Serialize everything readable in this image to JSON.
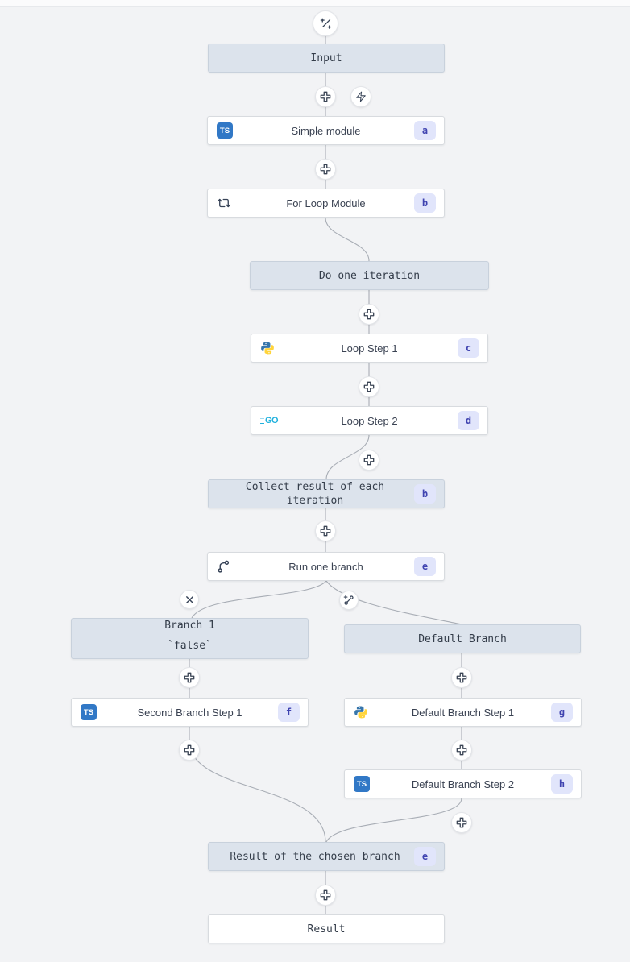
{
  "nodes": {
    "input": {
      "label": "Input"
    },
    "simple_module": {
      "label": "Simple module",
      "badge": "a",
      "language": "typescript"
    },
    "for_loop_module": {
      "label": "For Loop Module",
      "badge": "b"
    },
    "do_one_iteration": {
      "label": "Do one iteration"
    },
    "loop_step_1": {
      "label": "Loop Step 1",
      "badge": "c",
      "language": "python"
    },
    "loop_step_2": {
      "label": "Loop Step 2",
      "badge": "d",
      "language": "go"
    },
    "collect_result": {
      "label": "Collect result of each iteration",
      "badge": "b"
    },
    "run_one_branch": {
      "label": "Run one branch",
      "badge": "e"
    },
    "branch_1": {
      "label": "Branch 1",
      "sublabel": "`false`"
    },
    "default_branch": {
      "label": "Default Branch"
    },
    "second_branch_step_1": {
      "label": "Second Branch Step 1",
      "badge": "f",
      "language": "typescript"
    },
    "default_branch_step_1": {
      "label": "Default Branch Step 1",
      "badge": "g",
      "language": "python"
    },
    "default_branch_step_2": {
      "label": "Default Branch Step 2",
      "badge": "h",
      "language": "typescript"
    },
    "result_of_chosen_branch": {
      "label": "Result of the chosen branch",
      "badge": "e"
    },
    "result": {
      "label": "Result"
    }
  },
  "icons": {
    "typescript_label": "TS",
    "go_label": "GO",
    "names": [
      "wand-sparkles-icon",
      "plus-icon",
      "zap-icon",
      "repeat-icon",
      "typescript-icon",
      "python-icon",
      "go-icon",
      "git-branch-icon",
      "close-icon",
      "add-branch-icon"
    ]
  },
  "colors": {
    "canvas_bg": "#f2f3f5",
    "node_bg": "#ffffff",
    "virtual_node_bg": "#dce3ec",
    "node_border": "#d8dbdf",
    "virtual_node_border": "#c8d1dc",
    "badge_bg": "#e1e5fb",
    "badge_text": "#3f43b0",
    "wire": "#a8adb5",
    "icon_stroke": "#374357",
    "typescript_blue": "#3178c6",
    "python_blue": "#3776ab",
    "python_yellow": "#ffd43b",
    "go_blue": "#1fb1dd"
  }
}
